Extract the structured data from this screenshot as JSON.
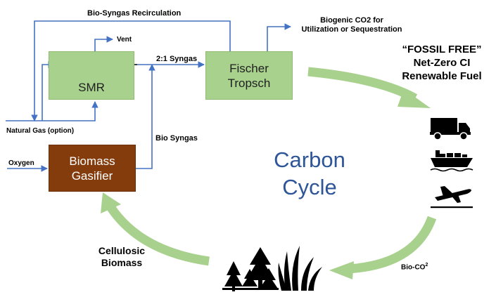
{
  "flow_labels": {
    "recirculation": "Bio-Syngas Recirculation",
    "vent": "Vent",
    "syngas_21": "2:1 Syngas",
    "biogenic_co2": [
      "Biogenic CO2 for",
      "Utilization or Sequestration"
    ],
    "natural_gas": "Natural Gas (option)",
    "oxygen": "Oxygen",
    "bio_syngas": "Bio Syngas",
    "bio_co2": "Bio-CO",
    "bio_co2_sup": "2"
  },
  "boxes": {
    "smr": "SMR",
    "fischer_tropsch": [
      "Fischer",
      "Tropsch"
    ],
    "gasifier": [
      "Biomass",
      "Gasifier"
    ]
  },
  "carbon_cycle": [
    "Carbon",
    "Cycle"
  ],
  "fuel_claim": [
    "“FOSSIL FREE”",
    "Net-Zero CI",
    "Renewable Fuel"
  ],
  "cellulosic_biomass": [
    "Cellulosic",
    "Biomass"
  ],
  "icons": [
    "truck-icon",
    "ship-icon",
    "airplane-icon",
    "trees-icon",
    "grass-icon"
  ],
  "colors": {
    "flow_line": "#4472c4",
    "process_box": "#a9d18e",
    "gasifier_box": "#843c0c",
    "cycle_arrow": "#a9d18e",
    "cycle_text": "#2e5597"
  }
}
